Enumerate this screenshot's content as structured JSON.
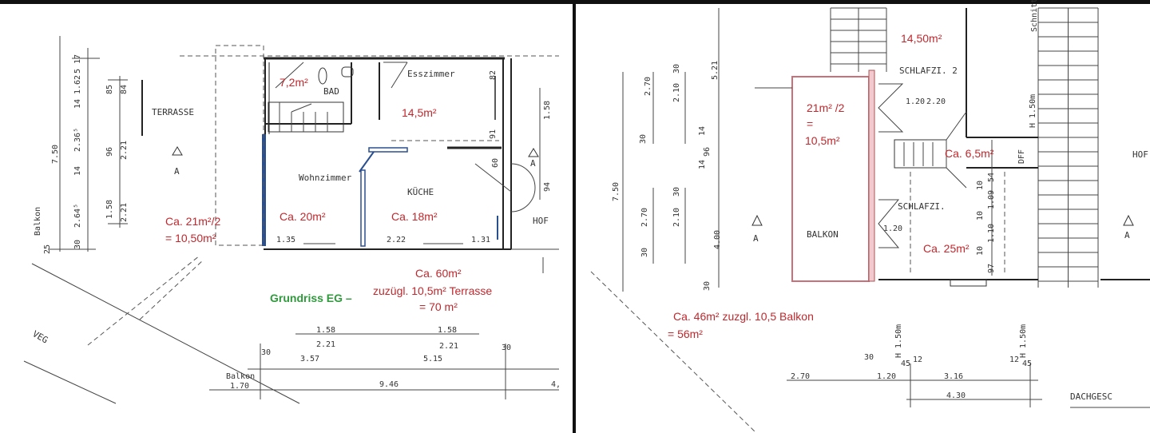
{
  "left_plan": {
    "title": "Grundriss EG –",
    "rooms": [
      "TERRASSE",
      "BAD",
      "Esszimmer",
      "Wohnzimmer",
      "KÜCHE",
      "HOF",
      "A",
      "A",
      "VEG"
    ],
    "areas": [
      "7,2m²",
      "14,5m²",
      "Ca. 21m²/2",
      "= 10,50m²",
      "Ca. 20m²",
      "Ca. 18m²",
      "Ca. 60m²",
      "zuzügl. 10,5m² Terrasse",
      "= 70 m²"
    ],
    "dimensions": [
      "7.50",
      "Balkon",
      "17",
      "5",
      "1.62",
      "14",
      "2.36⁵",
      "14",
      "2.64⁵",
      "30",
      "25",
      "85",
      "84",
      "96",
      "2.21",
      "1.58",
      "2.21",
      "1.58",
      "94",
      "82",
      "91",
      "60",
      "1.35",
      "2.22",
      "1.31",
      "1.58",
      "2.21",
      "1.58",
      "2.21",
      "30",
      "3.57",
      "5.15",
      "30",
      "Balkon",
      "1.70",
      "9.46",
      "4,"
    ]
  },
  "right_plan": {
    "title": "DACHGESC",
    "rooms": [
      "SCHLAFZI. 2",
      "SCHLAFZI.",
      "BALKON",
      "HOF",
      "A",
      "A",
      "Schnitt",
      "DFF"
    ],
    "areas": [
      "14,50m²",
      "21m² /2",
      "=",
      "10,5m²",
      "Ca. 6,5m²",
      "Ca. 25m²",
      "Ca. 46m² zuzgl. 10,5 Balkon",
      "= 56m²"
    ],
    "dimensions": [
      "2.70",
      "2.10",
      "30",
      "30",
      "5.21",
      "14",
      "96",
      "14",
      "7.50",
      "30",
      "2.70",
      "2.10",
      "4.00",
      "30",
      "30",
      "1.20",
      "2.20",
      "1.20",
      "10",
      "54",
      "1.09",
      "10",
      "1.10",
      "10",
      "97",
      "H 1.50m",
      "H 1.50m",
      "H 1.50m",
      "2.70",
      "30",
      "1.20",
      "45",
      "12",
      "3.16",
      "12",
      "45",
      "4.30"
    ]
  },
  "colors": {
    "annotation": "#c0282d",
    "title": "#2f9a3c",
    "wall_blue": "#2a4f8f",
    "balcony_outline": "#c9707a"
  }
}
